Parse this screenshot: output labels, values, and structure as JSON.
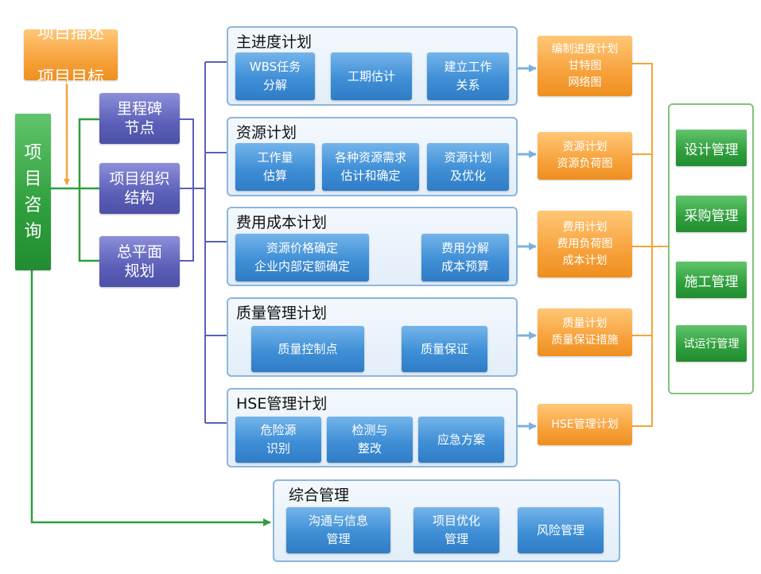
{
  "colors": {
    "accent_blue": "#3f8fd6",
    "accent_orange": "#f7a23c",
    "accent_green": "#2f9f3d",
    "accent_purple": "#5b5fb8",
    "panel_border": "#8db6dd"
  },
  "top_input": {
    "line1": "项目描述",
    "line2": "项目目标"
  },
  "root": {
    "label": "项目咨询"
  },
  "nodes": [
    {
      "label": "里程碑\n节点"
    },
    {
      "label": "项目组织\n结构"
    },
    {
      "label": "总平面\n规划"
    }
  ],
  "plans": [
    {
      "title": "主进度计划",
      "items": [
        "WBS任务\n分解",
        "工期估计",
        "建立工作\n关系"
      ],
      "output": "编制进度计划\n甘特图\n网络图"
    },
    {
      "title": "资源计划",
      "items": [
        "工作量\n估算",
        "各种资源需求\n估计和确定",
        "资源计划\n及优化"
      ],
      "output": "资源计划\n资源负荷图"
    },
    {
      "title": "费用成本计划",
      "items": [
        "资源价格确定\n企业内部定额确定",
        "费用分解\n成本预算"
      ],
      "output": "费用计划\n费用负荷图\n成本计划"
    },
    {
      "title": "质量管理计划",
      "items": [
        "质量控制点",
        "质量保证"
      ],
      "output": "质量计划\n质量保证措施"
    },
    {
      "title": "HSE管理计划",
      "items": [
        "危险源\n识别",
        "检测与\n整改",
        "应急方案"
      ],
      "output": "HSE管理计划"
    }
  ],
  "integrated": {
    "title": "综合管理",
    "items": [
      "沟通与信息\n管理",
      "项目优化\n管理",
      "风险管理"
    ]
  },
  "management": [
    "设计管理",
    "采购管理",
    "施工管理",
    "试运行管理"
  ]
}
